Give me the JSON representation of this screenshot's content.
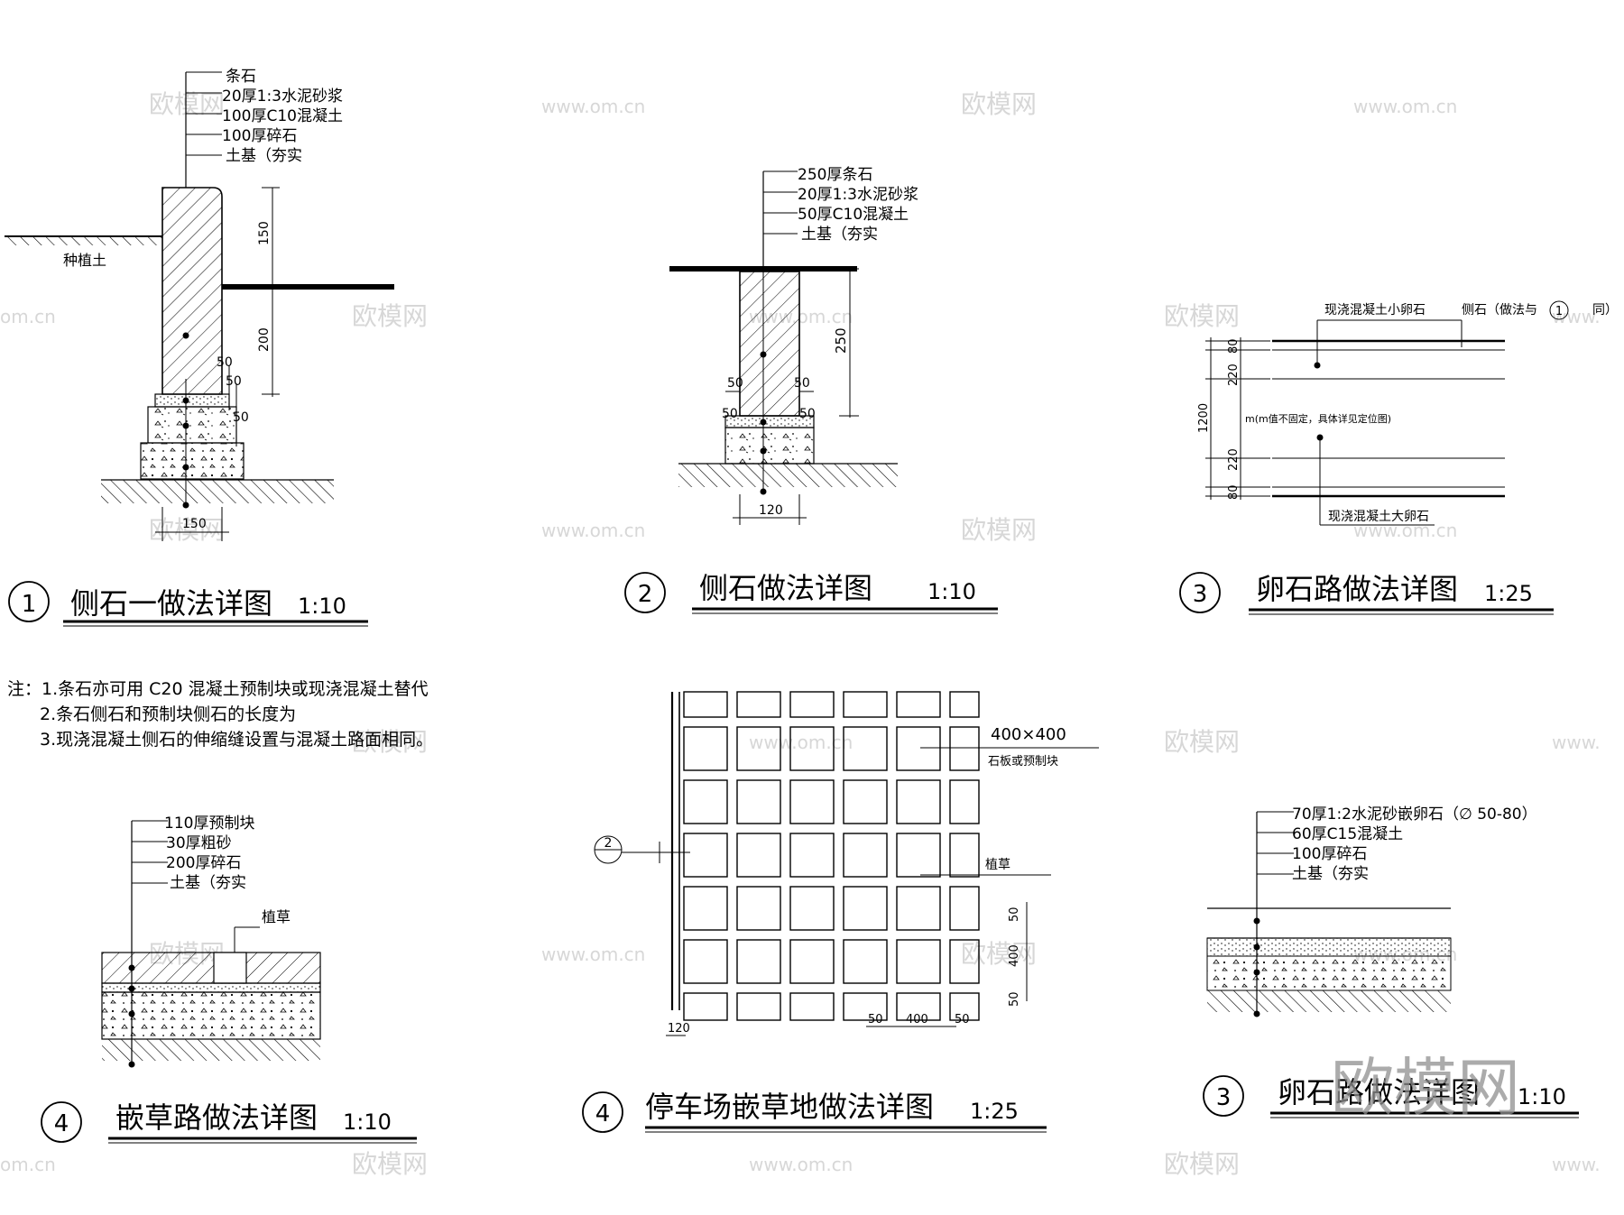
{
  "watermark": {
    "cn": "欧模网",
    "url": "www.om.cn",
    "big": "欧模网",
    "url_short": "om.cn",
    "url_www": "www."
  },
  "detail1": {
    "layers": [
      "条石",
      "20厚1:3水泥砂浆",
      "100厚C10混凝土",
      "100厚碎石",
      "土基（夯实"
    ],
    "soil": "种植土",
    "dims": {
      "d150": "150",
      "d200": "200",
      "d50a": "50",
      "d50b": "50",
      "d50c": "50",
      "bottom": "150"
    },
    "number": "①",
    "title": "侧石一做法详图",
    "scale": "1:10"
  },
  "detail2": {
    "layers": [
      "250厚条石",
      "20厚1:3水泥砂浆",
      "50厚C10混凝土",
      "土基（夯实"
    ],
    "dims": {
      "d250": "250",
      "d50a": "50",
      "d50b": "50",
      "d50c": "50",
      "d50d": "50",
      "bottom": "120"
    },
    "number": "②",
    "title": "侧石做法详图",
    "scale": "1:10"
  },
  "detail3a": {
    "labels": {
      "small": "现浇混凝土小卵石",
      "curb": "侧石（做法与",
      "same": "同）",
      "big": "现浇混凝土大卵石",
      "mid": "m(m值不固定，具体详见定位图)",
      "ref": "1"
    },
    "dims": {
      "total": "1200",
      "a": "80",
      "b": "220",
      "c": "220",
      "d": "80"
    },
    "number": "③",
    "title": "卵石路做法详图",
    "scale": "1:25"
  },
  "notes": [
    "注：1.条石亦可用 C20  混凝土预制块或现浇混凝土替代",
    "2.条石侧石和预制块侧石的长度为",
    "3.现浇混凝土侧石的伸缩缝设置与混凝土路面相同。"
  ],
  "detail4a": {
    "layers": [
      "110厚预制块",
      "30厚粗砂",
      "200厚碎石",
      "土基（夯实"
    ],
    "grass": "植草",
    "number": "④",
    "title": "嵌草路做法详图",
    "scale": "1:10"
  },
  "detail4b": {
    "block": "400×400",
    "block_desc": "石板或预制块",
    "grass": "植草",
    "section_ref": "2",
    "dims": {
      "v50a": "50",
      "v400": "400",
      "v50b": "50",
      "h50a": "50",
      "h400": "400",
      "h50b": "50",
      "edge": "120"
    },
    "number": "④",
    "title": "停车场嵌草地做法详图",
    "scale": "1:25"
  },
  "detail3b": {
    "layers": [
      "70厚1:2水泥砂嵌卵石（∅ 50-80）",
      "60厚C15混凝土",
      "100厚碎石",
      "土基（夯实"
    ],
    "number": "③",
    "title": "卵石路做法详图",
    "scale": "1:10"
  }
}
